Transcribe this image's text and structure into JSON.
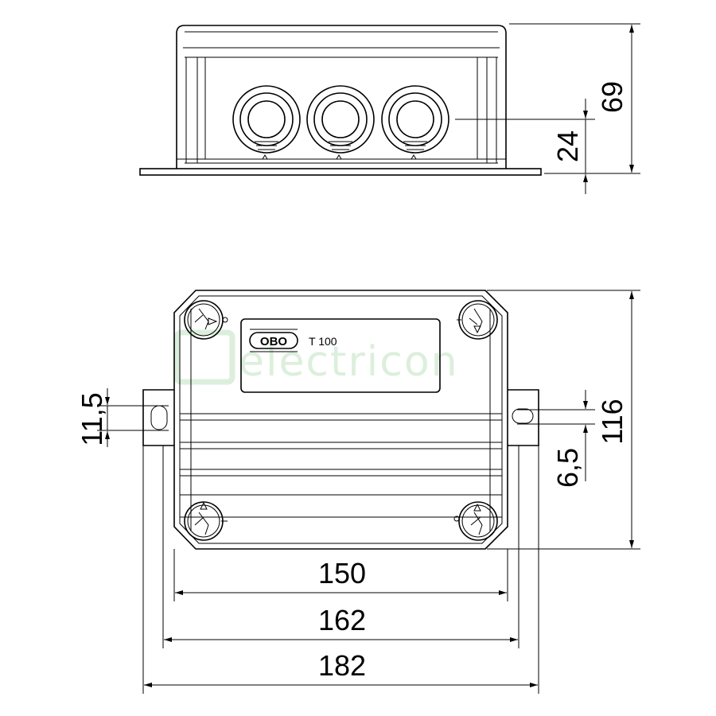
{
  "side_view": {
    "dimensions": {
      "height_total": "69",
      "gland_height": "24"
    }
  },
  "top_view": {
    "brand_logo": "OBO",
    "model": "T 100",
    "dimensions": {
      "width_inner": "150",
      "width_mounting": "162",
      "width_total": "182",
      "height": "116",
      "lug_left": "11,5",
      "lug_right": "6,5"
    }
  },
  "watermark": "electricon",
  "colors": {
    "line": "#000000",
    "background": "#ffffff",
    "watermark": "#dcefdc"
  }
}
